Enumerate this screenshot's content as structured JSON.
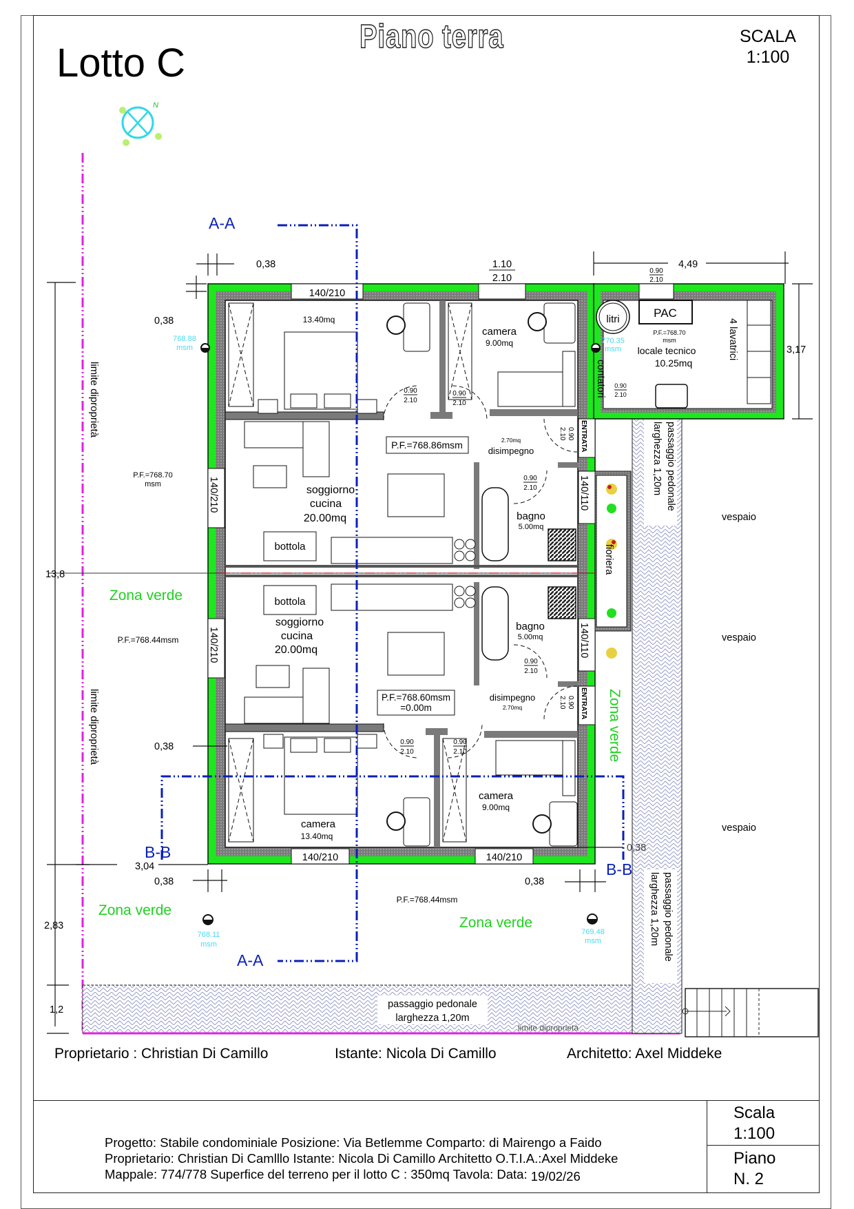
{
  "header": {
    "lot_title": "Lotto C",
    "floor_title": "Piano terra",
    "scale_label": "SCALA",
    "scale_value": "1:100",
    "north_label": "N"
  },
  "sections": {
    "aa_top": "A-A",
    "aa_bottom": "A-A",
    "bb_left": "B-B",
    "bb_right": "B-B"
  },
  "dimensions": {
    "top_wall": "0,38",
    "left_wall_top": "0,38",
    "top_door_upper": "1.10",
    "top_door_lower": "2.10",
    "annex_width": "4,49",
    "annex_door_upper": "0.90",
    "annex_door_lower": "2.10",
    "annex_depth": "3,17",
    "total_depth": "13,8",
    "bottom_left_wall_a": "0,38",
    "bottom_left_offset": "3,04",
    "bottom_left_wall_b": "0,38",
    "bottom_right_wall_a": "0,38",
    "bottom_right_wall_b": "0,38",
    "garden_depth": "2,83",
    "path_depth": "1,2"
  },
  "property": {
    "boundary_left_upper": "limite diproprietà",
    "boundary_left_lower": "limite diproprietà",
    "boundary_bottom": "limite diproprietà",
    "pf_left_upper": "P.F.=768.70",
    "pf_left_upper_unit": "msm",
    "pf_left_lower": "P.F.=768.44msm",
    "pf_bottom": "P.F.=768.44msm",
    "vespaio": [
      "vespaio",
      "vespaio",
      "vespaio"
    ]
  },
  "elevations": [
    {
      "value": "768.88",
      "unit": "msm"
    },
    {
      "value": "770.35",
      "unit": "msm"
    },
    {
      "value": "768.11",
      "unit": "msm"
    },
    {
      "value": "769.48",
      "unit": "msm"
    }
  ],
  "green_zones": [
    "Zona verde",
    "Zona verde",
    "Zona verde",
    "Zona verde"
  ],
  "paths": {
    "right_upper_line1": "passaggio pedonale",
    "right_upper_line2": "larghezza 1,20m",
    "right_lower_line1": "passaggio pedonale",
    "right_lower_line2": "larghezza 1,20m",
    "bottom_line1": "passaggio pedonale",
    "bottom_line2": "larghezza 1,20m"
  },
  "unit_upper": {
    "bedroom_main_area": "13.40mq",
    "bedroom_small_name": "camera",
    "bedroom_small_area": "9.00mq",
    "living_name1": "soggiorno",
    "living_name2": "cucina",
    "living_area": "20.00mq",
    "hatch": "bottola",
    "pf_box": "P.F.=768.86msm",
    "hall_name": "disimpegno",
    "hall_area": "2.70mq",
    "bath_name": "bagno",
    "bath_area": "5.00mq",
    "entrance": "ENTRATA",
    "window_top": "140/210",
    "window_left": "140/210",
    "window_right": "140/110",
    "door_a": {
      "w": "0.90",
      "h": "2.10"
    },
    "door_b": {
      "w": "0.90",
      "h": "2.10"
    },
    "door_bath": {
      "w": "0.90",
      "h": "2.10"
    },
    "door_entry": {
      "w": "0.90",
      "h": "2.10"
    }
  },
  "unit_lower": {
    "bedroom_main_name": "camera",
    "bedroom_main_area": "13.40mq",
    "bedroom_small_name": "camera",
    "bedroom_small_area": "9.00mq",
    "living_name1": "soggiorno",
    "living_name2": "cucina",
    "living_area": "20.00mq",
    "hatch": "bottola",
    "pf_box_line1": "P.F.=768.60msm",
    "pf_box_line2": "=0.00m",
    "hall_name": "disimpegno",
    "hall_area": "2.70mq",
    "bath_name": "bagno",
    "bath_area": "5.00mq",
    "entrance": "ENTRATA",
    "window_bottom_a": "140/210",
    "window_bottom_b": "140/210",
    "window_left": "140/210",
    "window_right": "140/110",
    "door_a": {
      "w": "0.90",
      "h": "2.10"
    },
    "door_b": {
      "w": "0.90",
      "h": "2.10"
    },
    "door_bath": {
      "w": "0.90",
      "h": "2.10"
    },
    "door_entry": {
      "w": "0.90",
      "h": "2.10"
    }
  },
  "technical_room": {
    "tank": "litri",
    "heat_pump": "PAC",
    "pf": "P.F.=768.70",
    "pf_unit": "msm",
    "name": "locale tecnico",
    "area": "10.25mq",
    "washers": "4  lavatrici",
    "meters": "contatori",
    "door_inner": {
      "w": "0.90",
      "h": "2.10"
    }
  },
  "planter": "fioriera",
  "footer": {
    "owner": "Proprietario : Christian Di Camillo",
    "applicant": "Istante: Nicola Di Camillo",
    "architect": "Architetto:  Axel Middeke"
  },
  "title_block": {
    "line1": "Progetto: Stabile condominiale   Posizione: Via Betlemme   Comparto: di Mairengo a Faido",
    "line2": "Proprietario: Christian Di Camlllo Istante: Nicola Di Camillo  Architetto O.T.I.A.:Axel Middeke",
    "line3": "Mappale: 774/778   Superfice del terreno per il lotto C : 350mq   Tavola:      Data:",
    "date": "19/02/26",
    "scale_label": "Scala",
    "scale_value": "1:100",
    "floor_label": "Piano",
    "floor_value": "N. 2"
  },
  "colors": {
    "green_wall": "#1de81d",
    "gray_wall": "#7a7a7a",
    "section_blue": "#0a1fb8",
    "boundary_magenta": "#e020e0",
    "elevation_cyan": "#4ad8f0",
    "axis_red": "#d02020",
    "hatch": "#9aa0c8"
  }
}
